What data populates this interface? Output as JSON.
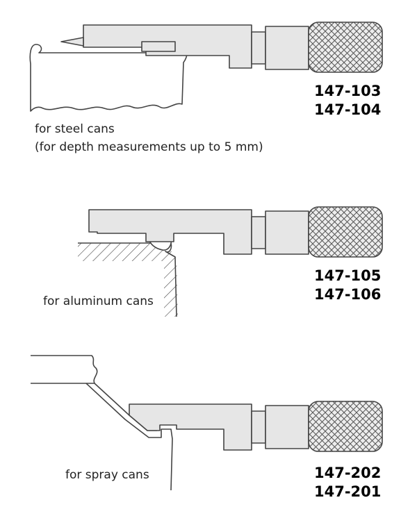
{
  "panels": [
    {
      "caption_lines": [
        "for steel cans",
        "(for depth measurements up to 5 mm)"
      ],
      "models": [
        "147-103",
        "147-104"
      ]
    },
    {
      "caption_lines": [
        "for aluminum cans"
      ],
      "models": [
        "147-105",
        "147-106"
      ]
    },
    {
      "caption_lines": [
        "for spray cans"
      ],
      "models": [
        "147-202",
        "147-201"
      ]
    }
  ],
  "colors": {
    "body_fill": "#e6e6e6",
    "outline": "#444444",
    "knurl_fill": "#ededed",
    "text": "#222222"
  }
}
